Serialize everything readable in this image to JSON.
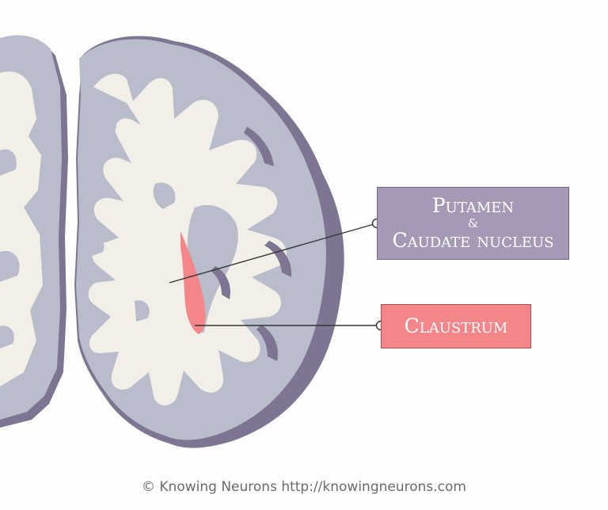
{
  "labels": {
    "putamen_line1": "Putamen",
    "putamen_amp": "&",
    "putamen_line2": "Caudate nucleus",
    "claustrum": "Claustrum"
  },
  "credit": "© Knowing Neurons http://knowingneurons.com",
  "colors": {
    "cortex_gray": "#b9bccb",
    "cortex_shadow": "#7e7592",
    "white_matter": "#f2efe8",
    "claustrum": "#f4868a",
    "putamen_box": "#a599b5"
  }
}
